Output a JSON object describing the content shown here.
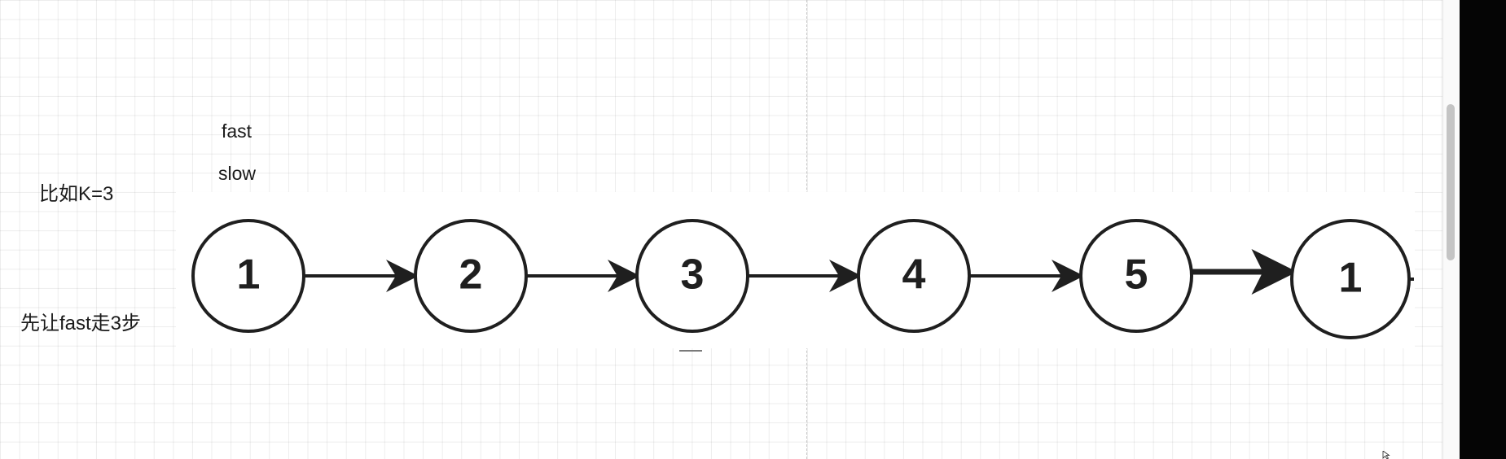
{
  "labels": {
    "fast": "fast",
    "slow": "slow",
    "note_k": "比如K=3",
    "note_step": "先让fast走3步"
  },
  "nodes": [
    {
      "label": "1"
    },
    {
      "label": "2"
    },
    {
      "label": "3"
    },
    {
      "label": "4"
    },
    {
      "label": "5"
    },
    {
      "label": "1"
    }
  ],
  "colors": {
    "stroke": "#1f1f1f",
    "grid": "#e9e9e9",
    "scrollbar_thumb": "#c4c4c4",
    "dark_edge": "#050505"
  },
  "icons": {
    "cursor": "pointer-arrow-icon"
  }
}
